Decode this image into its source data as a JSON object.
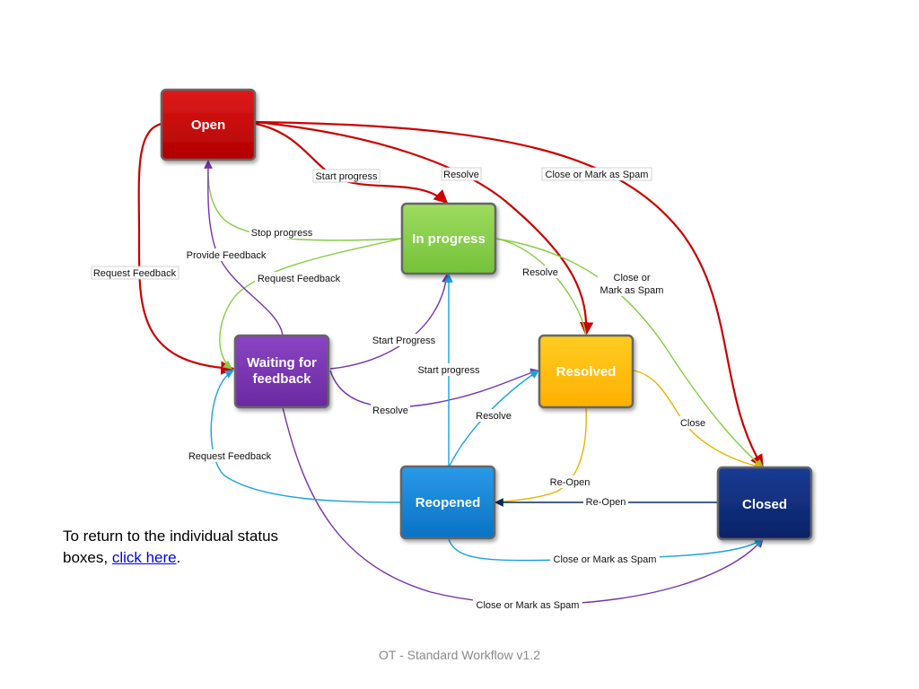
{
  "diagram": {
    "nodes": {
      "open": {
        "label": "Open"
      },
      "in_progress": {
        "label": "In progress"
      },
      "waiting": {
        "label_line1": "Waiting for",
        "label_line2": "feedback"
      },
      "resolved": {
        "label": "Resolved"
      },
      "reopened": {
        "label": "Reopened"
      },
      "closed": {
        "label": "Closed"
      }
    },
    "edges": {
      "open_start_progress": "Start progress",
      "open_resolve": "Resolve",
      "open_close": "Close or Mark as Spam",
      "open_request_feedback": "Request Feedback",
      "stop_progress": "Stop progress",
      "provide_feedback": "Provide Feedback",
      "inprogress_request_feedback": "Request Feedback",
      "inprogress_resolve": "Resolve",
      "inprogress_close_line1": "Close or",
      "inprogress_close_line2": "Mark as Spam",
      "waiting_start_progress": "Start Progress",
      "reopened_start_progress": "Start progress",
      "waiting_resolve": "Resolve",
      "reopened_resolve": "Resolve",
      "resolved_close": "Close",
      "reopened_request_feedback": "Request Feedback",
      "resolved_reopen": "Re-Open",
      "closed_reopen": "Re-Open",
      "reopened_close": "Close or Mark as Spam",
      "waiting_close": "Close or Mark as Spam"
    },
    "colors": {
      "open": "#cc0000",
      "in_progress": "#88cc44",
      "waiting": "#7733aa",
      "resolved": "#ffbb11",
      "reopened": "#1188dd",
      "closed": "#0b2a7a"
    }
  },
  "note": {
    "text_before": "To return to the individual status boxes, ",
    "link": "click here",
    "text_after": "."
  },
  "footer": "OT - Standard Workflow v1.2"
}
